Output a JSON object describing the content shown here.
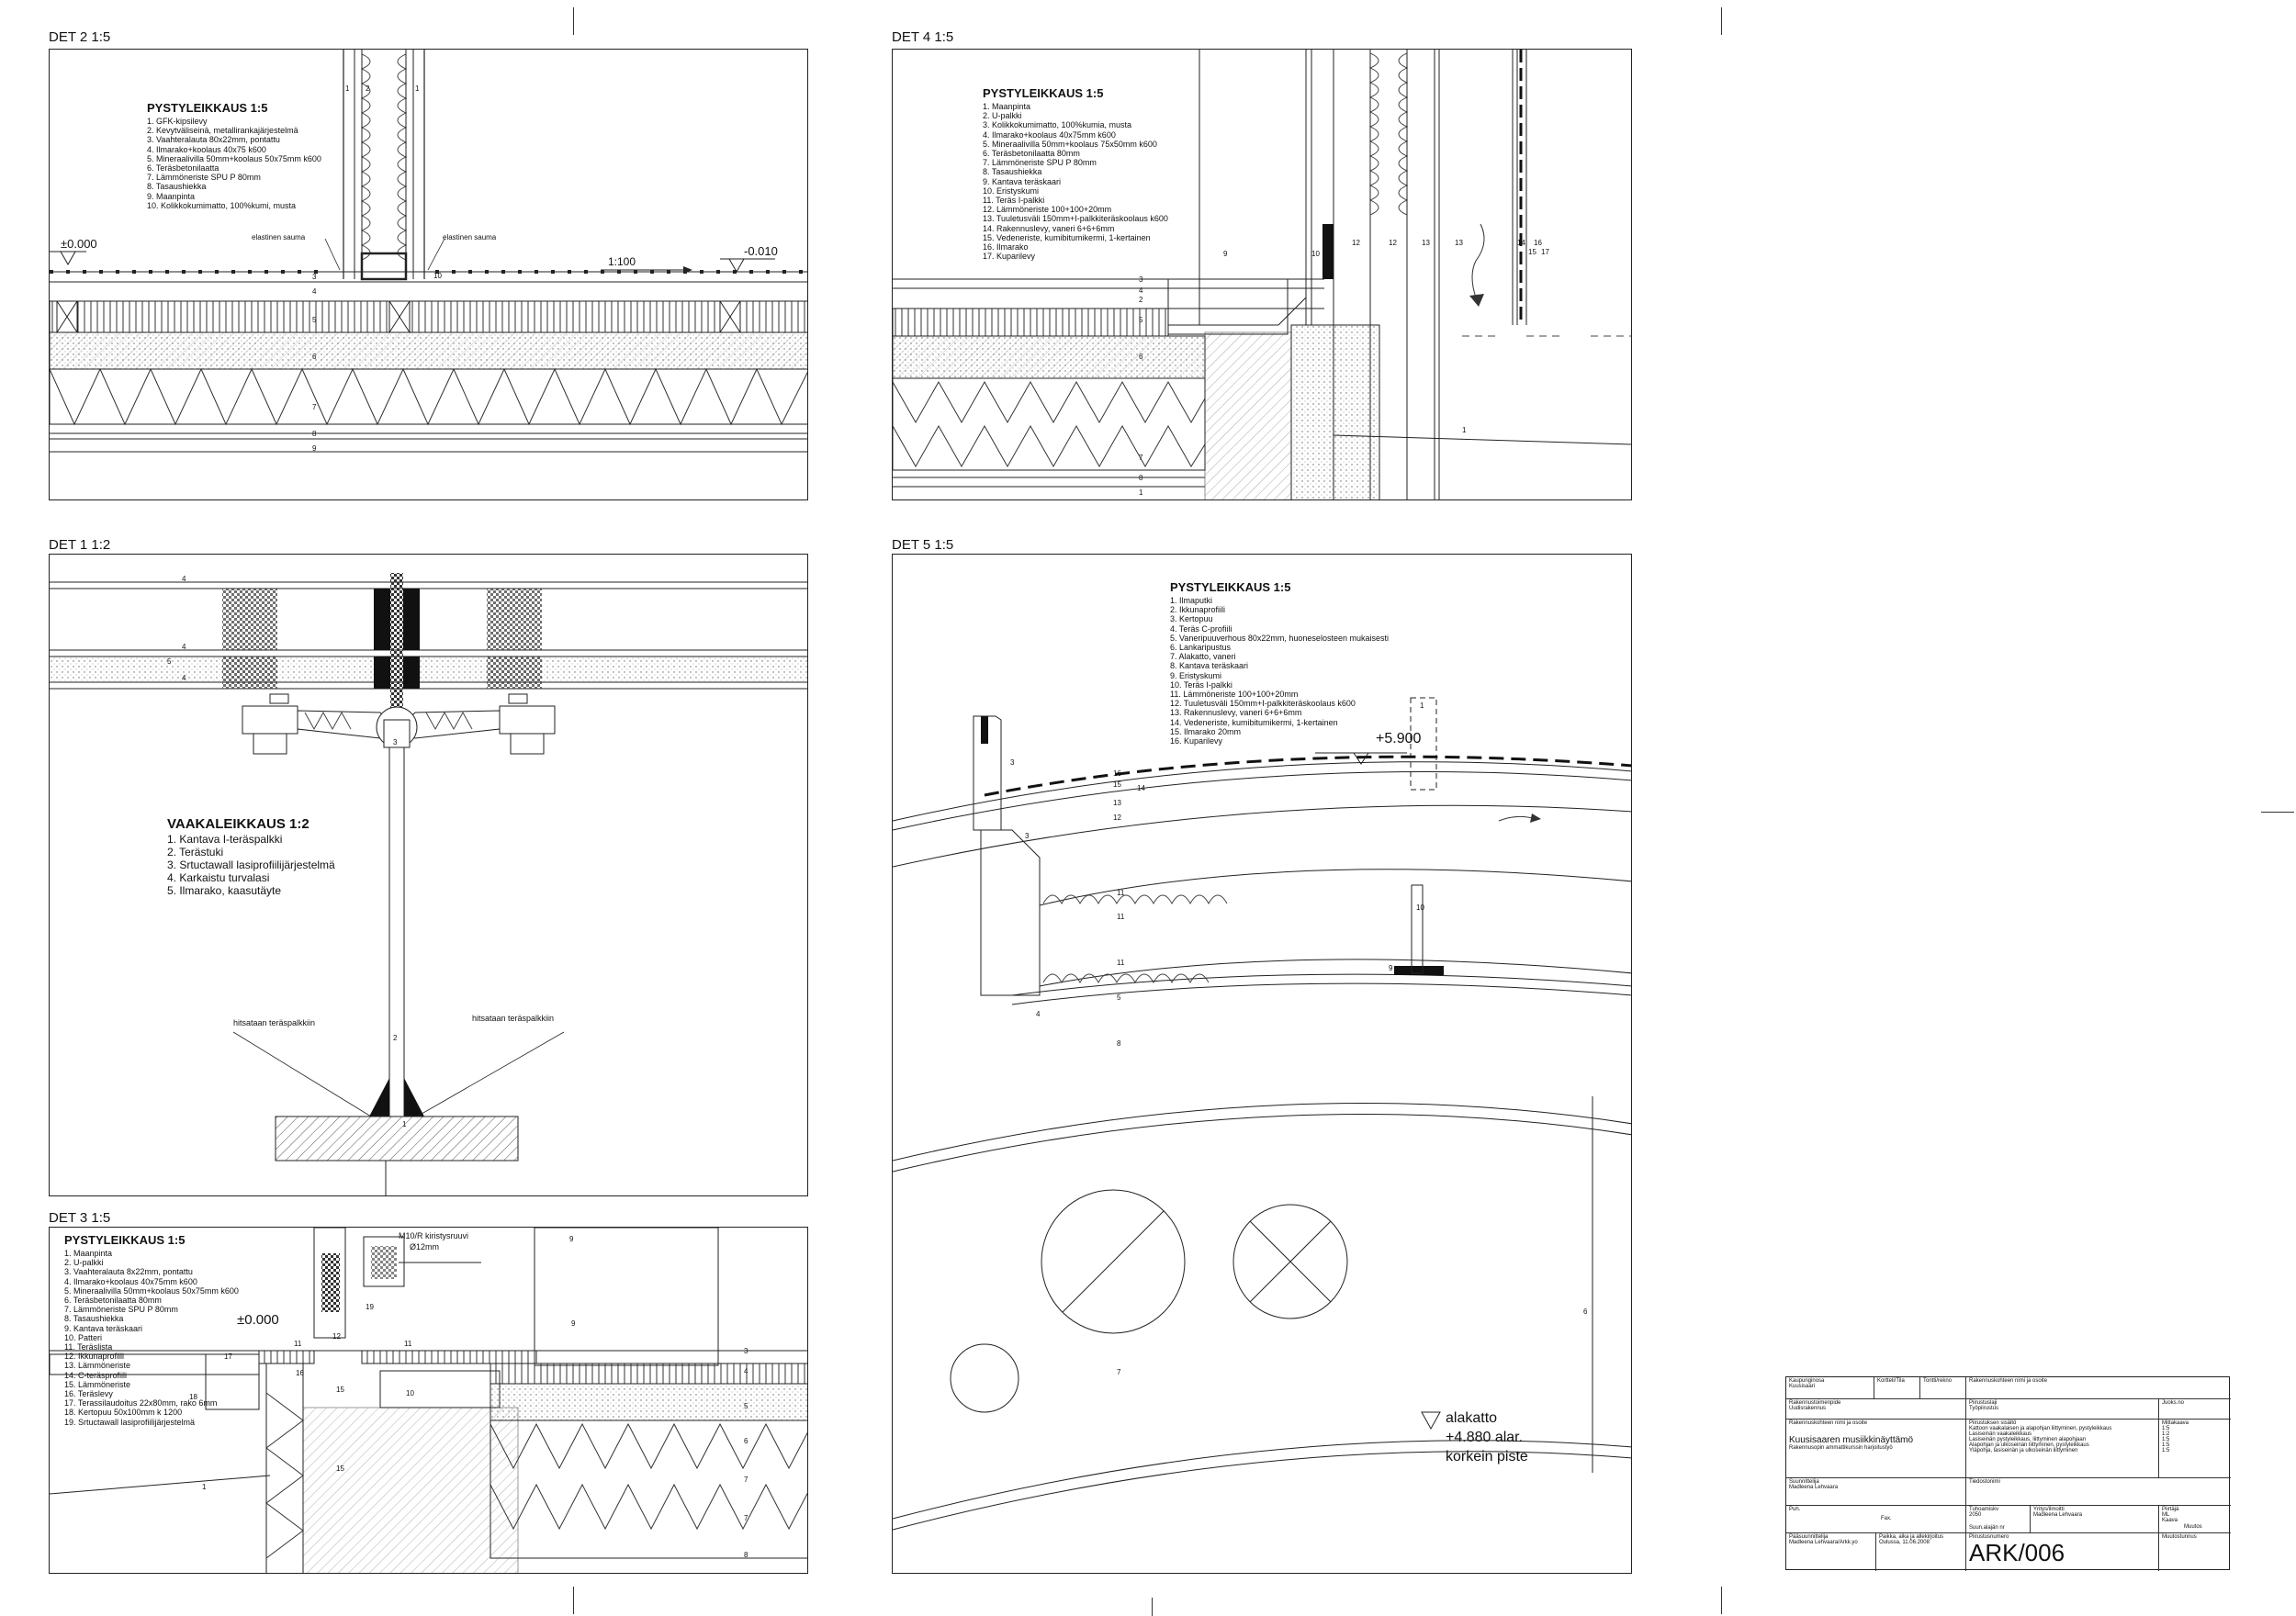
{
  "panels": {
    "det2": {
      "title": "DET 2 1:5",
      "notes_title": "PYSTYLEIKKAUS 1:5",
      "notes": [
        "1. GFK-kipsilevy",
        "2. Kevytväliseinä, metallirankajärjestelmä",
        "3. Vaahteralauta 80x22mm, pontattu",
        "4. Ilmarako+koolaus 40x75 k600",
        "5. Mineraalivilla 50mm+koolaus 50x75mm k600",
        "6. Teräsbetonilaatta",
        "7. Lämmöneriste SPU P 80mm",
        "8. Tasaushiekka",
        "9. Maanpinta",
        "10. Kolikkokumimatto, 100%kumi, musta"
      ],
      "level_left": "±0.000",
      "level_right": "-0.010",
      "slope": "1:100",
      "joint_left": "elastinen sauma",
      "joint_right": "elastinen sauma",
      "marks": [
        "1",
        "2",
        "1",
        "3",
        "4",
        "5",
        "6",
        "7",
        "8",
        "9",
        "10"
      ]
    },
    "det4": {
      "title": "DET 4 1:5",
      "notes_title": "PYSTYLEIKKAUS 1:5",
      "notes": [
        "1. Maanpinta",
        "2. U-palkki",
        "3. Kolikkokumimatto, 100%kumia, musta",
        "4. Ilmarako+koolaus 40x75mm k600",
        "5. Mineraalivilla 50mm+koolaus 75x50mm k600",
        "6. Teräsbetonilaatta 80mm",
        "7. Lämmöneriste SPU P 80mm",
        "8. Tasaushiekka",
        "9. Kantava teräskaari",
        "10. Eristyskumi",
        "11. Teräs I-palkki",
        "12. Lämmöneriste 100+100+20mm",
        "13. Tuuletusväli 150mm+I-palkkiteräskoolaus k600",
        "14. Rakennuslevy, vaneri 6+6+6mm",
        "15. Vedeneriste, kumibitumikermi, 1-kertainen",
        "16. Ilmarako",
        "17. Kuparilevy"
      ],
      "marks": [
        "9",
        "10",
        "12",
        "12",
        "13",
        "13",
        "14",
        "16",
        "15",
        "17",
        "1",
        "2",
        "3",
        "4",
        "5",
        "6",
        "7",
        "8",
        "1"
      ]
    },
    "det1": {
      "title": "DET 1 1:2",
      "notes_title": "VAAKALEIKKAUS 1:2",
      "notes": [
        "1.  Kantava I-teräspalkki",
        "2.  Terästuki",
        "3.  Srtuctawall lasiprofiilijärjestelmä",
        "4.  Karkaistu turvalasi",
        "5.  Ilmarako, kaasutäyte"
      ],
      "weld_left": "hitsataan teräspalkkiin",
      "weld_right": "hitsataan teräspalkkiin",
      "marks": [
        "4",
        "4",
        "5",
        "4",
        "3",
        "2",
        "1"
      ]
    },
    "det3": {
      "title": "DET 3 1:5",
      "notes_title": "PYSTYLEIKKAUS 1:5",
      "notes": [
        "1.  Maanpinta",
        "2.  U-palkki",
        "3.  Vaahteralauta 8x22mm, pontattu",
        "4.  Ilmarako+koolaus 40x75mm k600",
        "5.  Mineraalivilla 50mm+koolaus 50x75mm k600",
        "6.  Teräsbetonilaatta 80mm",
        "7.  Lämmöneriste SPU P 80mm",
        "8.  Tasaushiekka",
        "9.  Kantava teräskaari",
        "10. Patteri",
        "11. Teräslista",
        "12. Ikkunaprofiili",
        "13. Lämmöneriste",
        "14. C-teräsprofiili",
        "15. Lämmöneriste",
        "16. Teräslevy",
        "17. Terassilaudoitus 22x80mm, rako 6mm",
        "18. Kertopuu 50x100mm k 1200",
        "19. Srtuctawall lasiprofiilijärjestelmä"
      ],
      "bolt": "M10/R kiristysruuvi",
      "bolt_size": "Ø12mm",
      "level": "±0.000",
      "marks": [
        "17",
        "11",
        "12",
        "11",
        "16",
        "15",
        "10",
        "18",
        "9",
        "3",
        "4",
        "5",
        "6",
        "7",
        "7",
        "8",
        "15",
        "1",
        "19",
        "9"
      ]
    },
    "det5": {
      "title": "DET 5 1:5",
      "notes_title": "PYSTYLEIKKAUS 1:5",
      "notes": [
        "1.  Ilmaputki",
        "2.  Ikkunaprofiili",
        "3.  Kertopuu",
        "4.  Teräs C-profiili",
        "5.  Vaneripuuverhous 80x22mm, huoneselosteen mukaisesti",
        "6.  Lankaripustus",
        "7.  Alakatto, vaneri",
        "8.  Kantava teräskaari",
        "9.  Eristyskumi",
        "10. Teräs I-palkki",
        "11. Lämmöneriste 100+100+20mm",
        "12. Tuuletusväli 150mm+I-palkkiteräskoolaus k600",
        "13. Rakennuslevy, vaneri 6+6+6mm",
        "14. Vedeneriste, kumibitumikermi, 1-kertainen",
        "15. Ilmarako 20mm",
        "16. Kuparilevy"
      ],
      "level_top": "+5.900",
      "ceiling_1": "alakatto",
      "ceiling_2": "+4.880 alar.",
      "ceiling_3": "korkein piste",
      "marks": [
        "1",
        "3",
        "3",
        "16",
        "15",
        "14",
        "13",
        "12",
        "11",
        "11",
        "11",
        "9",
        "10",
        "5",
        "4",
        "8",
        "6",
        "7"
      ]
    }
  },
  "title_block": {
    "r1": [
      "Kaupunginosa",
      "Kortteli/Tila",
      "Tontti/rekno",
      "Rakennuskohteen nimi ja osoite"
    ],
    "r1v": [
      "Kuusisaari",
      "",
      "",
      ""
    ],
    "r2": [
      "Rakennustoimenpide",
      "Piirustuslaji",
      "Juoks.no"
    ],
    "r2v": [
      "Uudisrakennus",
      "Työpiirustus",
      ""
    ],
    "r3": [
      "Rakennuskohteen nimi ja osoite",
      "Piirustuksen sisältö",
      "Mittakaava"
    ],
    "project": "Kuusisaaren musiikkinäyttämö",
    "project_sub": "Rakennusopin ammattikurssin harjoitustyö",
    "contents": [
      "Kattoon vaakalaisen ja alapohjan liittyminen, pystyleikkaus",
      "Lasiseinän vaakaleikkaus",
      "Lasiseinän pystyleikkaus, liittyminen alapohjaan",
      "Alapohjan ja ulkoseinän liittyminen, pystyleikkaus",
      "Yläpohja, lasiseinän ja ulkoseinän liittyminen"
    ],
    "scales": [
      "1:5",
      "1:2",
      "1:5",
      "1:5",
      "1:5"
    ],
    "r4": [
      "Suunnittelija",
      "Tiedostonimi"
    ],
    "designer": "Madleena Lehvaara",
    "r5": [
      "Tuhoamiskv",
      "Yritys/ilmoitti",
      "Piirtäjä",
      "Kaava"
    ],
    "r5v": [
      "2050",
      "Madleena Lehvaara",
      "ML",
      "Muutos"
    ],
    "r6": [
      "Puh.",
      "Fax.",
      "Suun.alajän nr"
    ],
    "r7": [
      "Pääsuunnittelija",
      "Paikka, aika ja allekirjoitus",
      "Piirustusnumero",
      "Muutostunnus"
    ],
    "r7v": [
      "Madleena Lehvaara/Arkk.yo",
      "Oulussa, 11.06.2008"
    ],
    "drawing_no": "ARK/006"
  }
}
